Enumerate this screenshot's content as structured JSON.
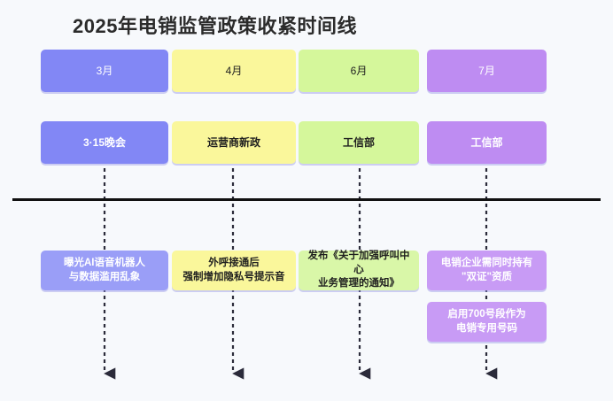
{
  "page": {
    "title": "2025年电销监管政策收紧时间线",
    "background_color": "#F7F9FC",
    "axis_color": "#111111"
  },
  "palette": {
    "periwinkle": "#8287F5",
    "periwinkle_light": "#9A9EF7",
    "yellow": "#FAF79B",
    "green": "#D5F79B",
    "purple": "#BE8CF2",
    "purple_light": "#C89BF5"
  },
  "columns": [
    {
      "id": "march",
      "month": "3月",
      "month_bg": "#8287F5",
      "month_text_color": "#FFFFFF",
      "actor": "3·15晚会",
      "actor_bg": "#8287F5",
      "actor_text_color": "#FFFFFF",
      "details": [
        {
          "text": "曝光AI语音机器人\n与数据滥用乱象",
          "bg": "#9A9EF7",
          "text_color": "#FFFFFF"
        }
      ]
    },
    {
      "id": "april",
      "month": "4月",
      "month_bg": "#FAF79B",
      "month_text_color": "#1F1F1F",
      "actor": "运营商新政",
      "actor_bg": "#FAF79B",
      "actor_text_color": "#1F1F1F",
      "details": [
        {
          "text": "外呼接通后\n强制增加隐私号提示音",
          "bg": "#FAF79B",
          "text_color": "#1F1F1F"
        }
      ]
    },
    {
      "id": "june",
      "month": "6月",
      "month_bg": "#D5F79B",
      "month_text_color": "#1F1F1F",
      "actor": "工信部",
      "actor_bg": "#D5F79B",
      "actor_text_color": "#1F1F1F",
      "details": [
        {
          "text": "发布《关于加强呼叫中心\n业务管理的通知》",
          "bg": "#D9F7A8",
          "text_color": "#1F1F1F"
        }
      ]
    },
    {
      "id": "july",
      "month": "7月",
      "month_bg": "#BE8CF2",
      "month_text_color": "#FFFFFF",
      "actor": "工信部",
      "actor_bg": "#BE8CF2",
      "actor_text_color": "#FFFFFF",
      "details": [
        {
          "text": "电销企业需同时持有\n\"双证\"资质",
          "bg": "#C89BF5",
          "text_color": "#FFFFFF"
        },
        {
          "text": "启用700号段作为\n电销专用号码",
          "bg": "#C89BF5",
          "text_color": "#FFFFFF"
        }
      ]
    }
  ]
}
